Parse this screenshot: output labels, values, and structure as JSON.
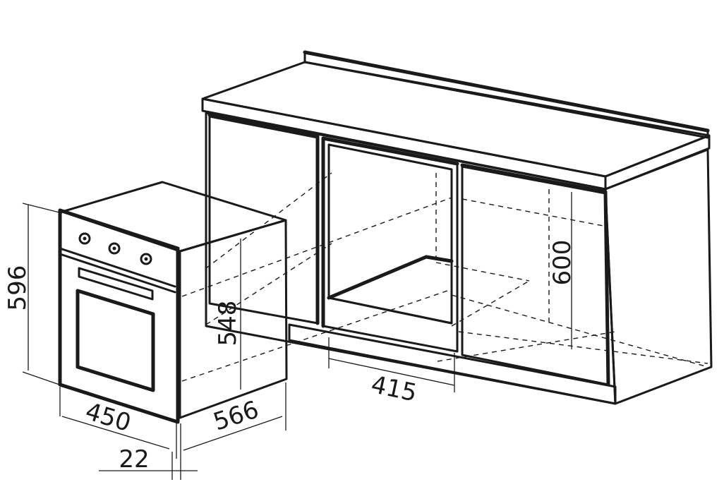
{
  "dimensions": {
    "oven_height": "596",
    "oven_inner_height": "548",
    "oven_width": "450",
    "oven_depth": "566",
    "oven_front_offset": "22",
    "niche_width": "415",
    "niche_height": "600"
  }
}
